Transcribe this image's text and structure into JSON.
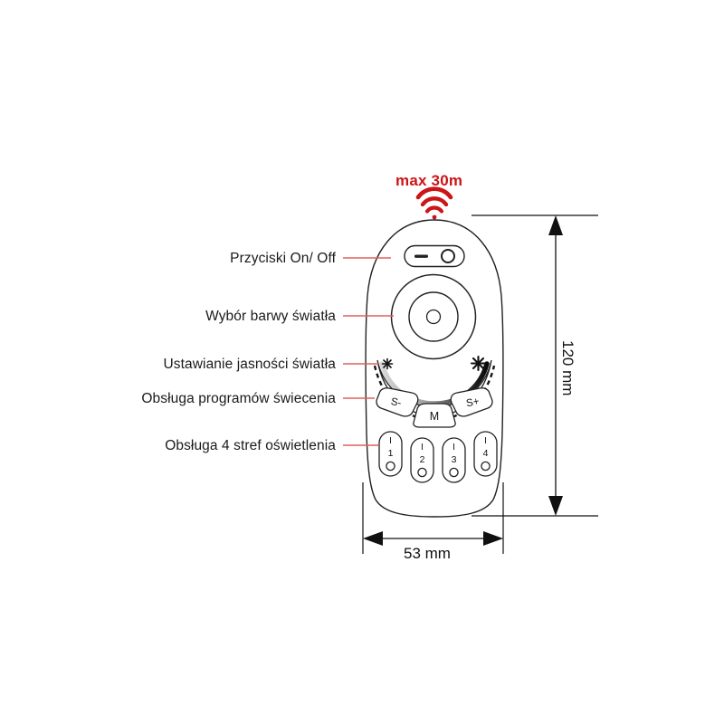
{
  "diagram": {
    "title_text": "",
    "range_badge": {
      "label": "max 30m",
      "color": "#cc1517",
      "icon": "wifi-signal-icon"
    },
    "callouts": [
      {
        "id": "on-off",
        "label": "Przyciski On/ Off"
      },
      {
        "id": "color-select",
        "label": "Wybór barwy światła"
      },
      {
        "id": "brightness",
        "label": "Ustawianie jasności światła"
      },
      {
        "id": "programs",
        "label": "Obsługa programów świecenia"
      },
      {
        "id": "zones",
        "label": "Obsługa 4 stref oświetlenia"
      }
    ],
    "dimensions": {
      "height": "120 mm",
      "width": "53 mm"
    },
    "remote": {
      "power_button": {
        "on_icon": "dash-icon",
        "off_icon": "circle-icon"
      },
      "mode_buttons": [
        {
          "id": "s-minus",
          "label": "S-"
        },
        {
          "id": "mode",
          "label": "M"
        },
        {
          "id": "s-plus",
          "label": "S+"
        }
      ],
      "zone_buttons": [
        {
          "id": "zone-1",
          "on": "I",
          "number": "1",
          "off": "O"
        },
        {
          "id": "zone-2",
          "on": "I",
          "number": "2",
          "off": "O"
        },
        {
          "id": "zone-3",
          "on": "I",
          "number": "3",
          "off": "O"
        },
        {
          "id": "zone-4",
          "on": "I",
          "number": "4",
          "off": "O"
        }
      ],
      "brightness_slider": {
        "low_icon": "small-asterisk-icon",
        "high_icon": "large-asterisk-icon"
      }
    },
    "colors": {
      "outline": "#222222",
      "leader_line": "#e0605f",
      "accent_red": "#cc1517",
      "dim_line": "#111111"
    }
  }
}
